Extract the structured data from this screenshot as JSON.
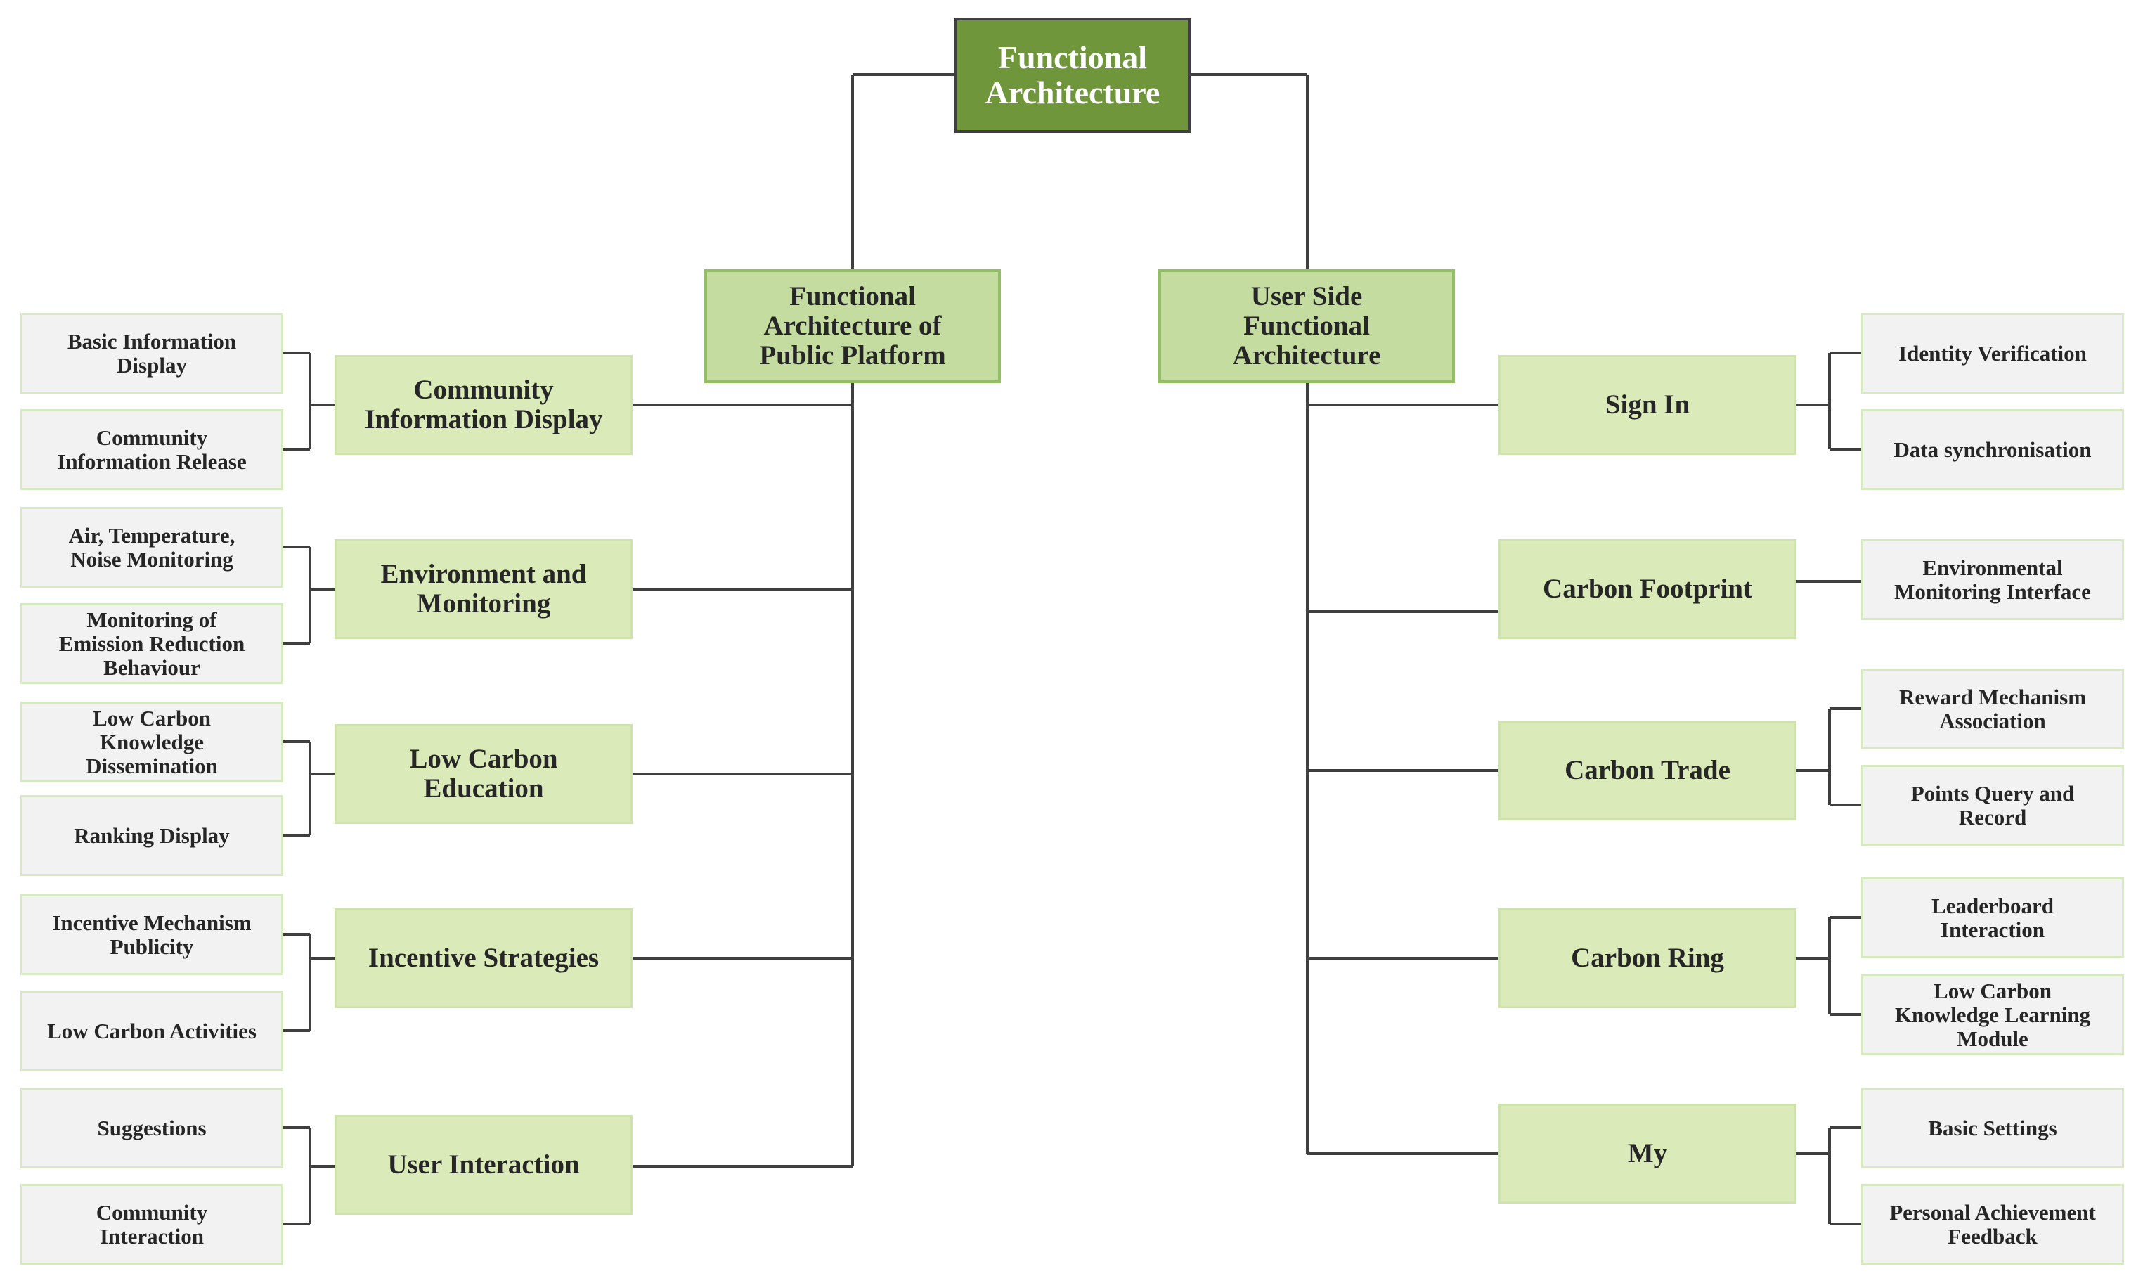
{
  "root": {
    "label": "Functional\nArchitecture"
  },
  "left": {
    "label": "Functional\nArchitecture of\nPublic Platform",
    "modules": [
      {
        "label": "Community\nInformation Display",
        "items": [
          "Basic Information\nDisplay",
          "Community\nInformation Release"
        ]
      },
      {
        "label": "Environment and\nMonitoring",
        "items": [
          "Air, Temperature,\nNoise Monitoring",
          "Monitoring of\nEmission Reduction\nBehaviour"
        ]
      },
      {
        "label": "Low Carbon\nEducation",
        "items": [
          "Low Carbon\nKnowledge\nDissemination",
          "Ranking Display"
        ]
      },
      {
        "label": "Incentive Strategies",
        "items": [
          "Incentive Mechanism\nPublicity",
          "Low Carbon Activities"
        ]
      },
      {
        "label": "User Interaction",
        "items": [
          "Suggestions",
          "Community\nInteraction"
        ]
      }
    ]
  },
  "right": {
    "label": "User Side\nFunctional\nArchitecture",
    "modules": [
      {
        "label": "Sign In",
        "items": [
          "Identity Verification",
          "Data synchronisation"
        ]
      },
      {
        "label": "Carbon Footprint",
        "items": [
          "Environmental\nMonitoring Interface"
        ]
      },
      {
        "label": "Carbon Trade",
        "items": [
          "Reward Mechanism\nAssociation",
          "Points Query and\nRecord"
        ]
      },
      {
        "label": "Carbon Ring",
        "items": [
          "Leaderboard\nInteraction",
          "Low Carbon\nKnowledge Learning\nModule"
        ]
      },
      {
        "label": "My",
        "items": [
          "Basic Settings",
          "Personal Achievement\nFeedback"
        ]
      }
    ]
  },
  "colors": {
    "root_fill": "#6f963a",
    "level1_fill": "#c5dca1",
    "level2_fill": "#dbeab9",
    "leaf_fill": "#f2f2f2",
    "connector": "#3f3f3f"
  }
}
